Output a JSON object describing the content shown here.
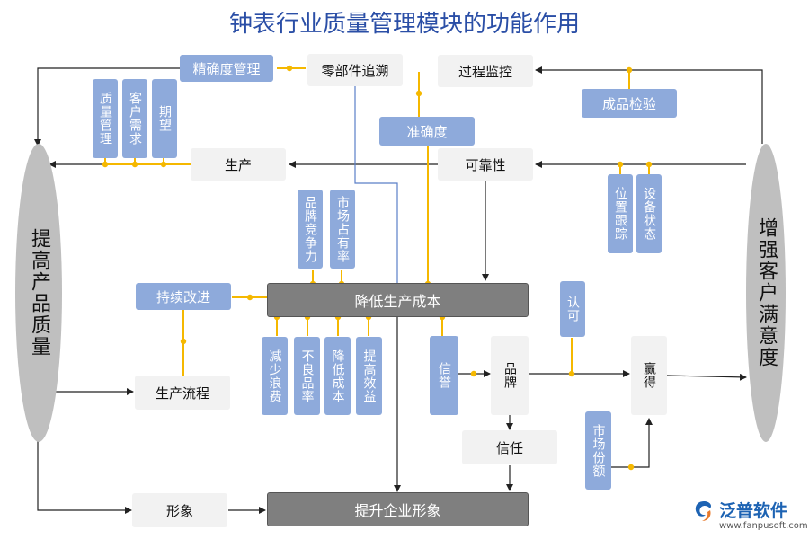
{
  "title": "钟表行业质量管理模块的功能作用",
  "left_ellipse": "提高产品质量",
  "right_ellipse": "增强客户满意度",
  "nodes": {
    "precision_mgmt": "精确度管理",
    "parts_trace": "零部件追溯",
    "process_monitor": "过程监控",
    "finished_inspect": "成品检验",
    "quality_mgmt": "质量管理",
    "customer_needs": "客户需求",
    "expectation": "期望",
    "accuracy": "准确度",
    "production": "生产",
    "reliability": "可靠性",
    "location_track": "位置跟踪",
    "equipment_status": "设备状态",
    "brand_compete": "品牌竞争力",
    "market_share": "市场占有率",
    "continuous_improve": "持续改进",
    "reduce_cost": "降低生产成本",
    "recognition": "认可",
    "reduce_waste": "减少浪费",
    "defect_rate": "不良品率",
    "lower_cost": "降低成本",
    "improve_eff": "提高效益",
    "reputation": "信誉",
    "brand": "品牌",
    "win": "赢得",
    "production_flow": "生产流程",
    "trust": "信任",
    "market_share2": "市场份额",
    "image": "形象",
    "corp_image": "提升企业形象"
  },
  "logo": {
    "name": "泛普软件",
    "url": "www.fanpusoft.com"
  },
  "colors": {
    "blue_box": "#8eaadb",
    "gray_box": "#f2f2f2",
    "dark_box": "#7f7f7f",
    "connector": "#f5b800",
    "ellipse": "#bfbfbf"
  }
}
